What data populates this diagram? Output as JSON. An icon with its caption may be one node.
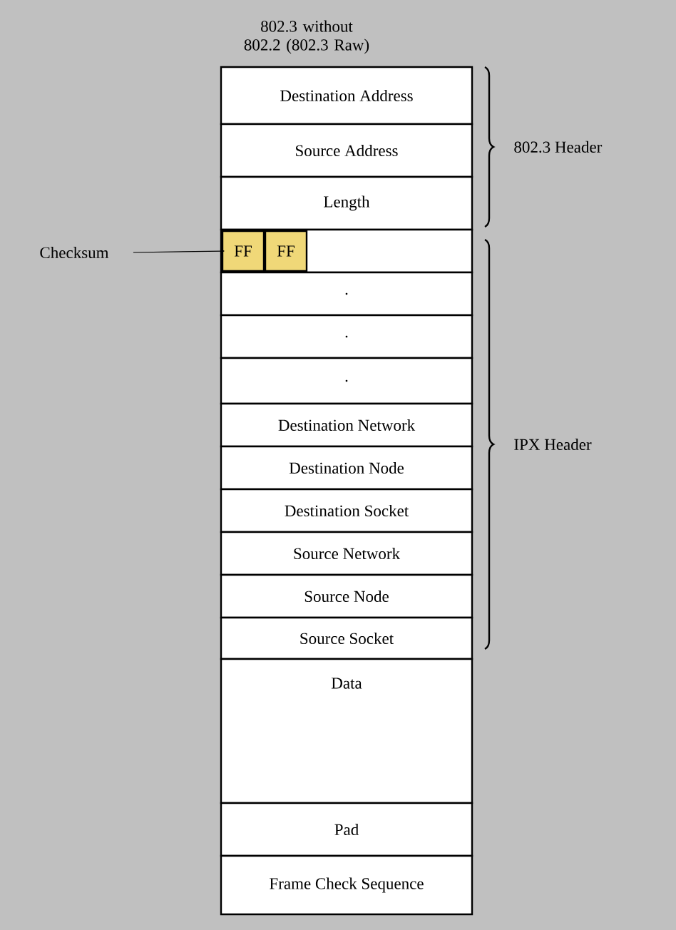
{
  "diagram": {
    "title": "802.3 without 802.2 (802.3 Raw)",
    "nodes": [
      {
        "text": [
          "Destination Address"
        ]
      },
      {
        "text": [
          "Source Address"
        ]
      },
      {
        "text": [
          "Length"
        ]
      },
      {
        "text": [],
        "shape": "box"
      },
      {
        "text": [
          "FF"
        ],
        "in": 3
      },
      {
        "text": [
          "FF"
        ],
        "in": 3
      },
      {
        "text": [
          "."
        ]
      },
      {
        "text": [
          "."
        ]
      },
      {
        "text": [
          "."
        ]
      },
      {
        "text": [
          "Destination Network"
        ]
      },
      {
        "text": [
          "Destination Node"
        ]
      },
      {
        "text": [
          "Destination Socket"
        ]
      },
      {
        "text": [
          "Source Network"
        ]
      },
      {
        "text": [
          "Source Node"
        ]
      },
      {
        "text": [
          "Source Socket"
        ]
      },
      {
        "text": [
          "Data"
        ]
      },
      {
        "text": [
          "Pad"
        ]
      },
      {
        "text": [
          "Frame Check Sequence"
        ]
      },
      {
        "text": [
          "Checksum"
        ]
      }
    ],
    "edges": [
      {
        "from": 18,
        "to": 4,
        "arrow": "to"
      }
    ],
    "labels": [
      "802.3 Header",
      "IPX Header"
    ]
  }
}
